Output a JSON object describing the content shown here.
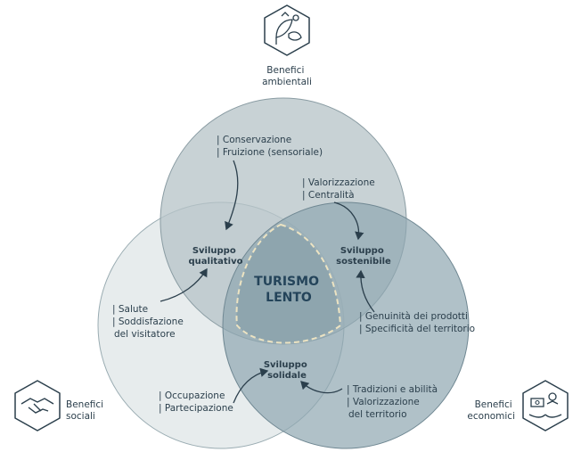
{
  "center_label": [
    "TURISMO",
    "LENTO"
  ],
  "categories": {
    "environmental": [
      "Benefici",
      "ambientali"
    ],
    "social": [
      "Benefici",
      "sociali"
    ],
    "economic": [
      "Benefici",
      "economici"
    ]
  },
  "zones": {
    "qualitative": [
      "Sviluppo",
      "qualitativo"
    ],
    "sustainable": [
      "Sviluppo",
      "sostenibile"
    ],
    "solidarity": [
      "Sviluppo",
      "solidale"
    ]
  },
  "notes": {
    "conservation": [
      "| Conservazione",
      "| Fruizione (sensoriale)"
    ],
    "valorization": [
      "| Valorizzazione",
      "| Centralità"
    ],
    "health": [
      "| Salute",
      "| Soddisfazione",
      "del visitatore"
    ],
    "products": [
      "| Genuinità dei prodotti",
      "| Specificità del territorio"
    ],
    "employment": [
      "| Occupazione",
      "| Partecipazione"
    ],
    "traditions": [
      "| Tradizioni e abilità",
      "| Valorizzazione",
      "del territorio"
    ]
  },
  "colors": {
    "circle_top": "#b5c3c7",
    "circle_left": "#e6ebec",
    "circle_right": "#8ea6b1",
    "stroke": "#7f949c",
    "text": "#2b3f4c",
    "center_dashed": "#e8e2c6"
  },
  "icons": {
    "environmental": "plants-animals-icon",
    "social": "handshake-icon",
    "economic": "money-hands-icon"
  }
}
